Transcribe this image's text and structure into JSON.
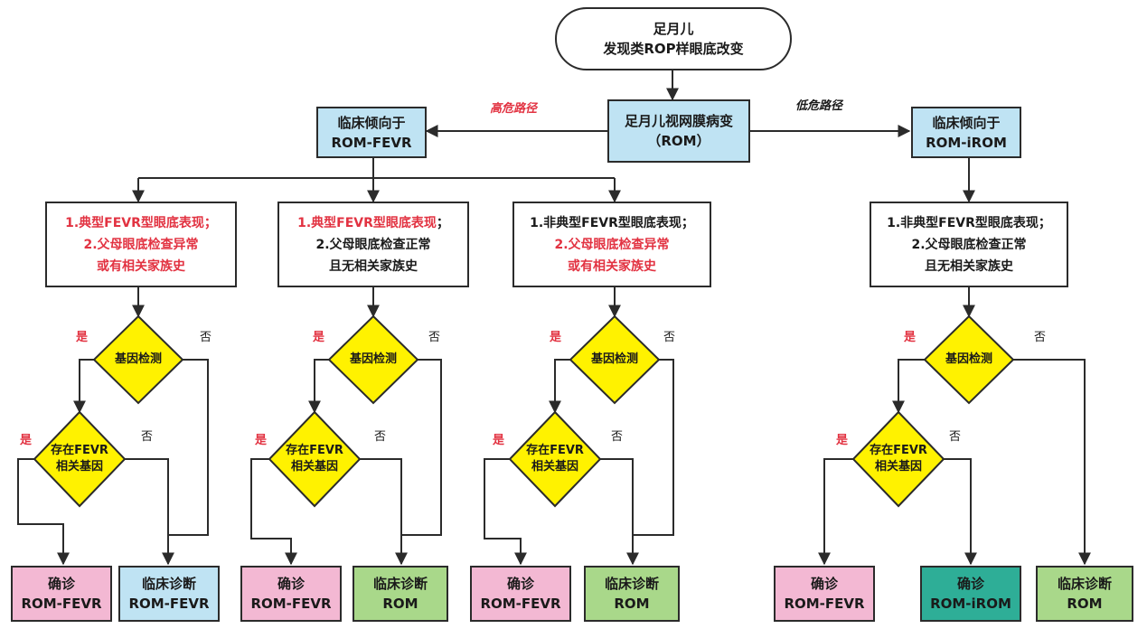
{
  "start": {
    "line1": "足月儿",
    "line2": "发现类ROP样眼底改变"
  },
  "rom": {
    "line1": "足月儿视网膜病变",
    "line2": "（ROM）"
  },
  "left_lean": {
    "line1": "临床倾向于",
    "line2": "ROM-FEVR"
  },
  "right_lean": {
    "line1": "临床倾向于",
    "line2": "ROM-iROM"
  },
  "path_high": "高危路径",
  "path_low": "低危路径",
  "cond1": {
    "line1": "1.典型FEVR型眼底表现；",
    "line2": "2.父母眼底检查异常",
    "line3": "或有相关家族史"
  },
  "cond2": {
    "line1": "1.典型FEVR型眼底表现",
    "line1_suffix": "；",
    "line2": "2.父母眼底检查正常",
    "line3": "且无相关家族史"
  },
  "cond3": {
    "line1": "1.非典型FEVR型眼底表现；",
    "line2": "2.父母眼底检查异常",
    "line3": "或有相关家族史"
  },
  "cond4": {
    "line1": "1.非典型FEVR型眼底表现；",
    "line2": "2.父母眼底检查正常",
    "line3": "且无相关家族史"
  },
  "gene_test": "基因检测",
  "gene_exists": {
    "line1": "存在FEVR",
    "line2": "相关基因"
  },
  "yes": "是",
  "no": "否",
  "outcomes": {
    "confirm": "确诊",
    "clinical": "临床诊断",
    "rom_fevr": "ROM-FEVR",
    "rom_irom": "ROM-iROM",
    "rom": "ROM"
  },
  "colors": {
    "blue": "#bfe3f3",
    "pink": "#f3b8d3",
    "green": "#a9d88a",
    "teal": "#2eae97",
    "yellow": "#fff200",
    "red": "#e23241"
  }
}
